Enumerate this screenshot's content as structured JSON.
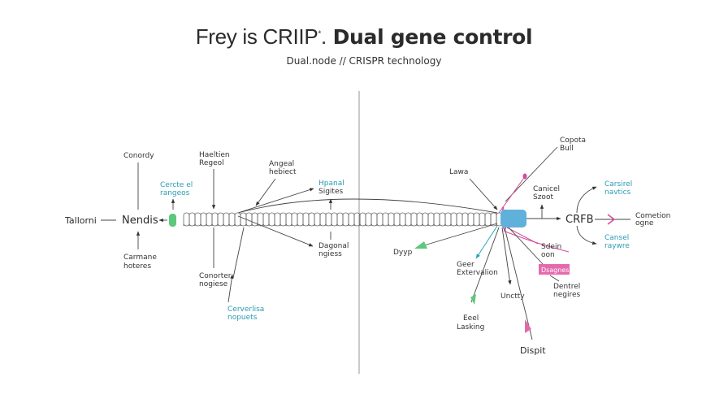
{
  "header": {
    "title_light": "Frey is CRIIP",
    "title_mark": "*",
    "title_bold": "Dual gene control",
    "subtitle": "Dual.node // CRISPR technology"
  },
  "left_panel": {
    "center_node": "Nendis",
    "labels": {
      "left": "Tallorni",
      "top": [
        "Conordy"
      ],
      "bottom": [
        "Carmane",
        "hoteres"
      ],
      "teal_top": [
        "Cercte el",
        "rangeos"
      ],
      "hedlien": [
        "Haeltien",
        "Regeol"
      ],
      "angal": [
        "Angeal",
        "hebiect"
      ],
      "teal_signal": [
        "Hpanal",
        "Sigites"
      ],
      "diagonal": [
        "Dagonal",
        "ngiess"
      ],
      "conorter": [
        "Conorter",
        "nogiese"
      ],
      "teal_bottom": [
        "Cerverlisa",
        "nopuets"
      ]
    }
  },
  "right_panel": {
    "hub_node": "CRFB",
    "labels": {
      "lawa": "Lawa",
      "copota": [
        "Copota",
        "Bull"
      ],
      "canical": [
        "Canicel",
        "Szoot"
      ],
      "teal_top": [
        "Carsirel",
        "navtics"
      ],
      "teal_bottom": [
        "Cansel",
        "raywre"
      ],
      "cometion": [
        "Cometion",
        "ogne"
      ],
      "dyyp": "Dyyp",
      "sdein": [
        "Sdein",
        "oon"
      ],
      "pink_badge": "Dsagnes",
      "dentel": [
        "Dentrel",
        "negires"
      ],
      "gear": [
        "Geer",
        "Extervalion"
      ],
      "uncity": "Unctty",
      "eeel": [
        "Eeel",
        "Lasking"
      ],
      "dispit": "Dispit"
    }
  },
  "colors": {
    "teal": "#2aa3b8",
    "pink": "#d64a9b",
    "green": "#5cc87a",
    "blue_block": "#5fb1dc"
  }
}
